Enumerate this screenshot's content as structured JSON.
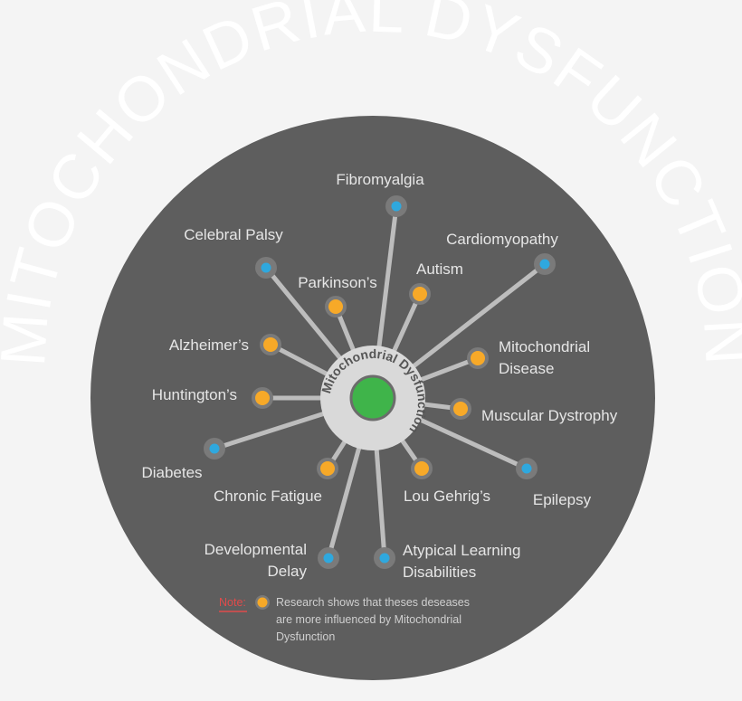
{
  "title": "MITOCHONDRIAL DYSFUNCTION",
  "center_label": "Mitochondrial Dysfunction",
  "colors": {
    "background": "#f4f4f4",
    "disc": "#5e5e5e",
    "spoke": "#bdbdbd",
    "hub_ring": "#d9d9d9",
    "hub_core": "#3fb44a",
    "orange_dot": "#f7a928",
    "blue_dot": "#2fa8de",
    "note_red": "#e04b4b"
  },
  "diseases": [
    {
      "key": "fibromyalgia",
      "lines": [
        "Fibromyalgia"
      ],
      "dot": "blue"
    },
    {
      "key": "celebral-palsy",
      "lines": [
        "Celebral Palsy"
      ],
      "dot": "blue"
    },
    {
      "key": "cardiomyopathy",
      "lines": [
        "Cardiomyopathy"
      ],
      "dot": "blue"
    },
    {
      "key": "parkinsons",
      "lines": [
        "Parkinson’s"
      ],
      "dot": "orange"
    },
    {
      "key": "autism",
      "lines": [
        "Autism"
      ],
      "dot": "orange"
    },
    {
      "key": "alzheimers",
      "lines": [
        "Alzheimer’s"
      ],
      "dot": "orange"
    },
    {
      "key": "mitochondrial-disease",
      "lines": [
        "Mitochondrial",
        "Disease"
      ],
      "dot": "orange"
    },
    {
      "key": "huntingtons",
      "lines": [
        "Huntington’s"
      ],
      "dot": "orange"
    },
    {
      "key": "muscular-dystrophy",
      "lines": [
        "Muscular Dystrophy"
      ],
      "dot": "orange"
    },
    {
      "key": "diabetes",
      "lines": [
        "Diabetes"
      ],
      "dot": "blue"
    },
    {
      "key": "chronic-fatigue",
      "lines": [
        "Chronic Fatigue"
      ],
      "dot": "orange"
    },
    {
      "key": "lou-gehrigs",
      "lines": [
        "Lou Gehrig’s"
      ],
      "dot": "orange"
    },
    {
      "key": "epilepsy",
      "lines": [
        "Epilepsy"
      ],
      "dot": "blue"
    },
    {
      "key": "developmental-delay",
      "lines": [
        "Developmental",
        "Delay"
      ],
      "dot": "blue"
    },
    {
      "key": "atypical-learning-disabilities",
      "lines": [
        "Atypical Learning",
        "Disabilities"
      ],
      "dot": "blue"
    }
  ],
  "note": {
    "label": "Note:",
    "lines": [
      "Research shows that theses deseases",
      "are more influenced by Mitochondrial",
      "Dysfunction"
    ],
    "dot": "orange"
  }
}
